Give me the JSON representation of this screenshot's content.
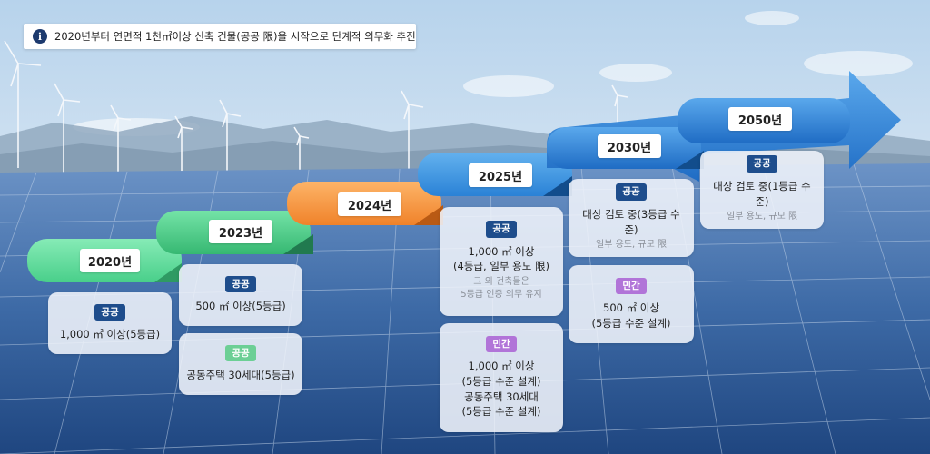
{
  "note": {
    "icon": "info-icon",
    "text": "2020년부터 연면적 1천㎡이상 신축 건물(공공 限)을 시작으로 단계적 의무화 추진"
  },
  "years": [
    "2020년",
    "2023년",
    "2024년",
    "2025년",
    "2030년",
    "2050년"
  ],
  "badges": {
    "public": "공공",
    "private": "민간"
  },
  "cards": {
    "y2020_public": {
      "text": "1,000 ㎡ 이상(5등급)"
    },
    "y2023_public": {
      "text": "500 ㎡ 이상(5등급)"
    },
    "y2023_housing": {
      "text": "공동주택 30세대(5등급)"
    },
    "y2025_public": {
      "line1": "1,000 ㎡ 이상",
      "line2": "(4등급, 일부 용도 限)",
      "sub1": "그 외 건축물은",
      "sub2": "5등급 인증 의무 유지"
    },
    "y2025_private": {
      "line1": "1,000 ㎡ 이상",
      "line2": "(5등급 수준 설계)",
      "line3": "공동주택 30세대",
      "line4": "(5등급 수준 설계)"
    },
    "y2030_public": {
      "text": "대상 검토 중(3등급 수준)",
      "sub": "일부 용도, 규모 限"
    },
    "y2030_private": {
      "line1": "500 ㎡ 이상",
      "line2": "(5등급 수준 설계)"
    },
    "y2050_public": {
      "text": "대상 검토 중(1등급 수준)",
      "sub": "일부 용도, 규모 限"
    }
  },
  "colors": {
    "step_2020": "#5ed99a",
    "step_2023": "#46c47f",
    "step_2024": "#f79a3e",
    "step_2025": "#2f8ee0",
    "step_2030": "#2a7fd6",
    "arrow": "#2b80d8",
    "badge_public": "#1e4d8c",
    "badge_housing": "#6ccf95",
    "badge_private": "#b174d8"
  }
}
